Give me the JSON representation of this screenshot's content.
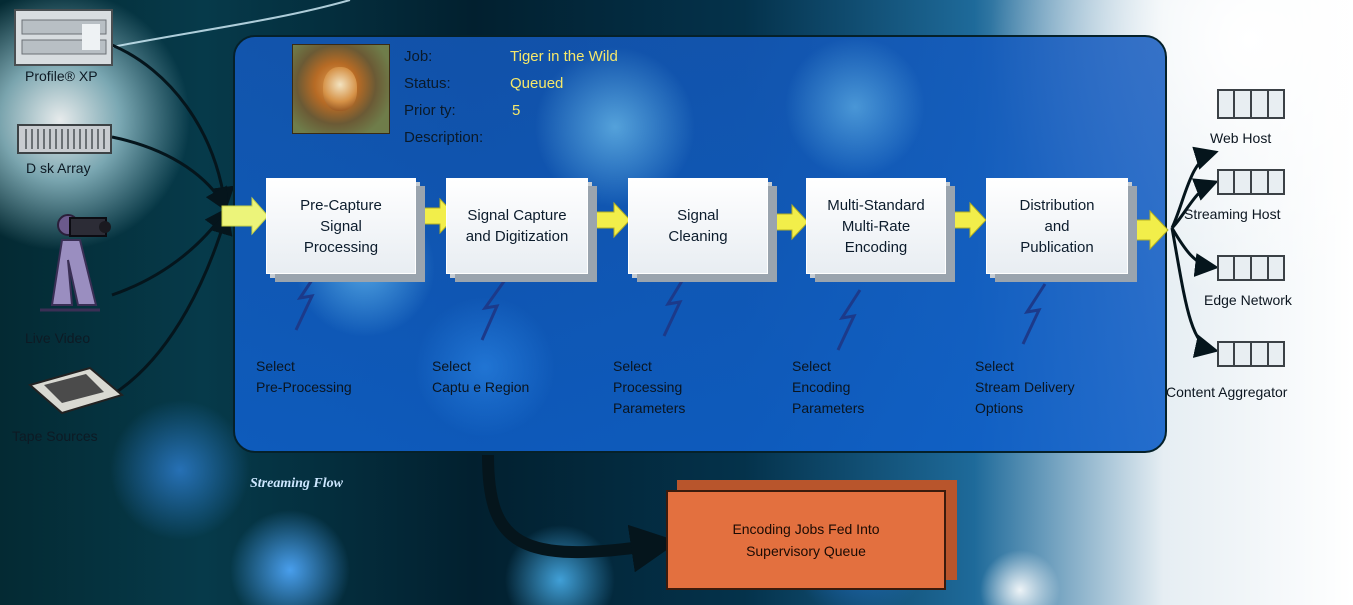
{
  "job": {
    "job_label": "Job:",
    "job_value": "Tiger in the Wild",
    "status_label": "Status:",
    "status_value": "Queued",
    "priority_label": "Prior ty:",
    "priority_value": "5",
    "description_label": "Description:"
  },
  "sources": [
    {
      "label": "Profile® XP",
      "icon": "server-icon"
    },
    {
      "label": "D sk Array",
      "icon": "disk-array-icon"
    },
    {
      "label": "Live Video",
      "icon": "camera-operator-icon"
    },
    {
      "label": "Tape Sources",
      "icon": "tape-icon"
    }
  ],
  "stages": [
    {
      "line1": "Pre-Capture",
      "line2": "Signal",
      "line3": "Processing"
    },
    {
      "line1": "Signal Capture",
      "line2": "and Digitization",
      "line3": ""
    },
    {
      "line1": "Signal",
      "line2": "Cleaning",
      "line3": ""
    },
    {
      "line1": "Multi-Standard",
      "line2": "Multi-Rate",
      "line3": "Encoding"
    },
    {
      "line1": "Distribution",
      "line2": "and",
      "line3": "Publication"
    }
  ],
  "controls": [
    {
      "line1": "Select",
      "line2": "Pre-Processing",
      "line3": ""
    },
    {
      "line1": "Select",
      "line2": "Captu e Region",
      "line3": ""
    },
    {
      "line1": "Select",
      "line2": "Processing",
      "line3": "Parameters"
    },
    {
      "line1": "Select",
      "line2": "Encoding",
      "line3": "Parameters"
    },
    {
      "line1": "Select",
      "line2": "Stream Delivery",
      "line3": "Options"
    }
  ],
  "destinations": [
    {
      "label": "Web Host"
    },
    {
      "label": "Streaming Host"
    },
    {
      "label": "Edge Network"
    },
    {
      "label": "Content Aggregator"
    }
  ],
  "flow_label": "Streaming Flow",
  "queue": {
    "line1": "Encoding Jobs Fed Into",
    "line2": "Supervisory Queue"
  },
  "colors": {
    "panel": "#1560c8",
    "stage_arrow": "#f2ee4a",
    "queue_box": "#e3703f",
    "job_value": "#f6e86a"
  }
}
